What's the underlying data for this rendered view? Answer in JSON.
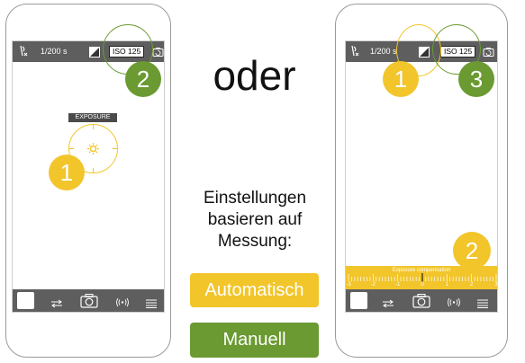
{
  "left_phone": {
    "shutter": "1/200 s",
    "iso": "ISO 125",
    "exposure_label": "EXPOSURE",
    "badge_1": "1",
    "badge_2": "2"
  },
  "center": {
    "or_text": "oder",
    "explain_line1": "Einstellungen",
    "explain_line2": "basieren auf",
    "explain_line3": "Messung:",
    "auto_button": "Automatisch",
    "manual_button": "Manuell"
  },
  "right_phone": {
    "shutter": "1/200 s",
    "iso": "ISO 125",
    "compensation_label": "Exposure compensation",
    "ruler_labels": [
      "-3",
      "-2",
      "-1",
      "0",
      "1",
      "2",
      "3"
    ],
    "badge_1": "1",
    "badge_2": "2",
    "badge_3": "3"
  },
  "colors": {
    "yellow": "#f2c52b",
    "green": "#6a9a31",
    "bar_gray": "#5e5e5e"
  },
  "icons": {
    "top_left": "metering-icon",
    "exposure_comp": "exposure-compensation-icon",
    "camera_switch": "camera-switch-icon",
    "shutter": "shutter-button-icon",
    "swap": "swap-arrows-icon",
    "camera": "camera-icon",
    "sound": "sound-waves-icon",
    "menu": "menu-lines-icon"
  }
}
